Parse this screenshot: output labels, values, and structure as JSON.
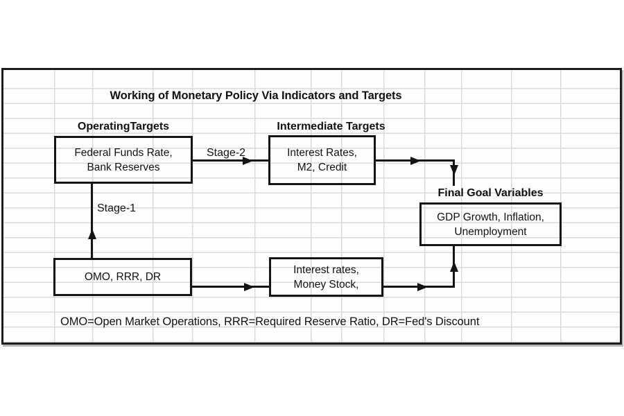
{
  "diagram": {
    "title": "Working of Monetary Policy Via Indicators and Targets",
    "labels": {
      "operating": "OperatingTargets",
      "intermediate": "Intermediate Targets",
      "final_goal": "Final Goal Variables",
      "stage1": "Stage-1",
      "stage2": "Stage-2"
    },
    "boxes": {
      "operating_targets": {
        "line1": "Federal Funds Rate,",
        "line2": "Bank Reserves"
      },
      "intermediate_targets": {
        "line1": "Interest Rates,",
        "line2": "M2, Credit"
      },
      "final_goal_variables": {
        "line1": "GDP Growth, Inflation,",
        "line2": "Unemployment"
      },
      "policy_tools": {
        "line1": "OMO, RRR, DR"
      },
      "money_variables": {
        "line1": "Interest rates,",
        "line2": "Money Stock,"
      }
    },
    "footnote": "OMO=Open Market Operations, RRR=Required Reserve Ratio, DR=Fed's Discount",
    "colors": {
      "ink": "#111111",
      "line": "#141414",
      "gridline": "#d9d9d9"
    }
  }
}
